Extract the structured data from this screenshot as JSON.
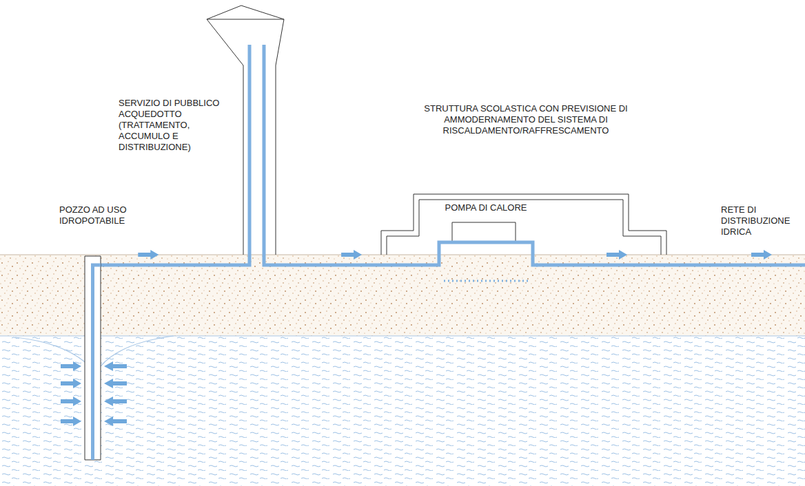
{
  "diagram": {
    "nodes": [
      {
        "text": [
          "POZZO AD USO IDROPOTABILE"
        ]
      },
      {
        "text": [
          "SERVIZIO DI PUBBLICO ACQUEDOTTO (TRATTAMENTO, ACCUMULO E DISTRIBUZIONE)"
        ]
      },
      {
        "text": [
          "STRUTTURA SCOLASTICA CON PREVISIONE DI AMMODERNAMENTO DEL SISTEMA DI RISCALDAMENTO/RAFFRESCAMENTO"
        ]
      },
      {
        "text": [
          "POMPA DI CALORE"
        ],
        "in": 2
      }
    ],
    "edges": [
      {
        "from": 0,
        "to": 1,
        "arrow": "to"
      },
      {
        "from": 1,
        "to": 3,
        "arrow": "to"
      }
    ],
    "labels": [
      "RETE DI DISTRIBUZIONE IDRICA"
    ]
  }
}
